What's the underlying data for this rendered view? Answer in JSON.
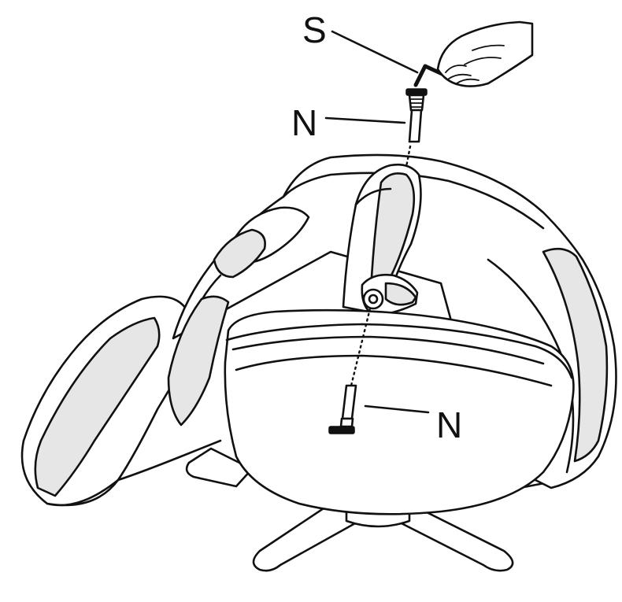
{
  "labels": {
    "hex_key": "S",
    "bolt_upper": "N",
    "bolt_lower": "N"
  },
  "colors": {
    "line": "#111111",
    "background": "#ffffff",
    "shade": "#e6e6e6"
  }
}
